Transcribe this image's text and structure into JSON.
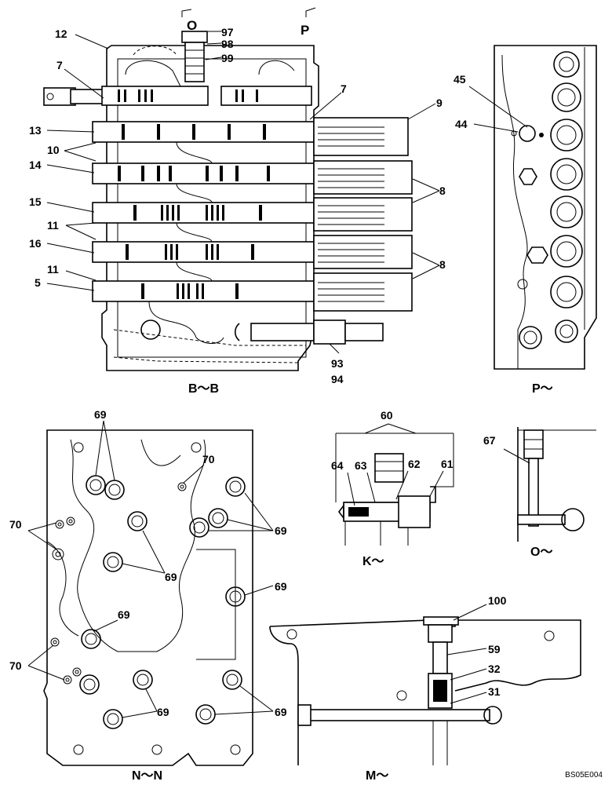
{
  "diagram": {
    "views": {
      "bb": "B～B",
      "p": "P～",
      "nn": "N～N",
      "k": "K～",
      "o": "O～",
      "m": "M～"
    },
    "section_marks": {
      "o": "O",
      "p": "P"
    },
    "labels": {
      "bb": [
        "12",
        "97",
        "98",
        "99",
        "7",
        "7",
        "9",
        "13",
        "10",
        "14",
        "8",
        "15",
        "11",
        "16",
        "11",
        "8",
        "5",
        "93",
        "94"
      ],
      "p": [
        "45",
        "44"
      ],
      "nn": [
        "69",
        "70",
        "70",
        "69",
        "69",
        "69",
        "69",
        "70",
        "69",
        "69"
      ],
      "k": [
        "60",
        "64",
        "63",
        "62",
        "61"
      ],
      "o": [
        "67"
      ],
      "m": [
        "100",
        "59",
        "32",
        "31"
      ]
    },
    "drawing_code": "BS05E004"
  }
}
